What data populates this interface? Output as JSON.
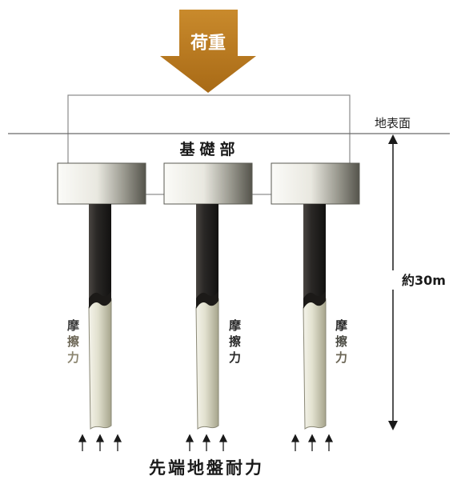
{
  "load": {
    "label": "荷重",
    "color": "#b8781e"
  },
  "ground": {
    "label": "地表面"
  },
  "foundation": {
    "label": "基礎部"
  },
  "depth": {
    "label": "約30m"
  },
  "friction": {
    "label_lines": [
      "摩",
      "擦",
      "力"
    ]
  },
  "tip_bearing": {
    "label": "先端地盤耐力"
  },
  "colors": {
    "cap_light": "#f7f7f4",
    "cap_dark": "#6a6a62",
    "pile_upper": "#2c2a28",
    "pile_lower": "#e4e2d2",
    "friction_text": "#3a3a3a",
    "friction_text_muted": "#8c8670"
  }
}
